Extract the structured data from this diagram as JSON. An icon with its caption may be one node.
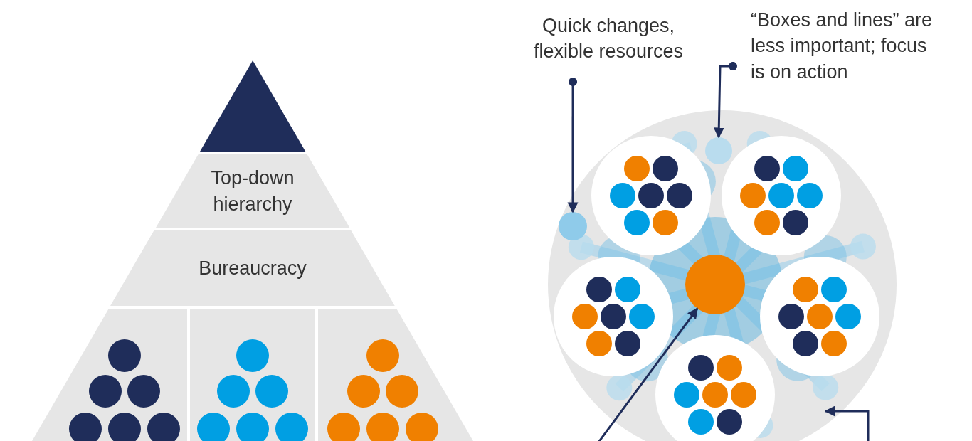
{
  "diagram": {
    "nodes": [
      {
        "text": [],
        "shape": "triangle"
      },
      {
        "text": [
          "Top-down hierarchy"
        ]
      },
      {
        "text": [
          "Bureaucracy"
        ]
      },
      {
        "text": [],
        "shape": "box"
      },
      {
        "text": [],
        "shape": "box"
      },
      {
        "text": [],
        "shape": "box"
      },
      {
        "text": [
          "Quick changes, flexible resources"
        ]
      },
      {
        "text": [
          "“Boxes and lines” are less important; focus is on action"
        ]
      },
      {
        "text": [],
        "shape": "circle"
      },
      {
        "text": [],
        "shape": "circle",
        "in": 8
      },
      {
        "text": [],
        "shape": "circle",
        "in": 8
      },
      {
        "text": [],
        "shape": "circle",
        "in": 8
      }
    ],
    "edges": [
      {
        "from": 6,
        "to": 9,
        "arrow": "to"
      },
      {
        "from": 7,
        "to": 10,
        "arrow": "to"
      },
      {
        "from": null,
        "to": 11,
        "arrow": "to"
      },
      {
        "from": null,
        "to": 8,
        "arrow": "to"
      }
    ]
  }
}
